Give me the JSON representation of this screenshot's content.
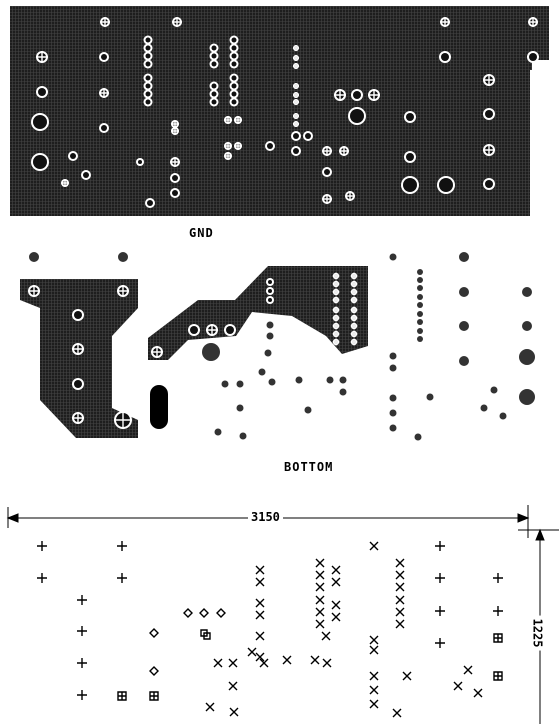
{
  "panels": {
    "gnd": {
      "label": "GND"
    },
    "bottom": {
      "label": "BOTTOM"
    }
  },
  "drill_drawing": {
    "width_dimension": "3150",
    "height_dimension": "1225"
  },
  "colors": {
    "copper_fill": "#1e1e1e",
    "copper_grid": "#3a3a3a",
    "background": "#ffffff",
    "drill_symbols": "#000000"
  }
}
